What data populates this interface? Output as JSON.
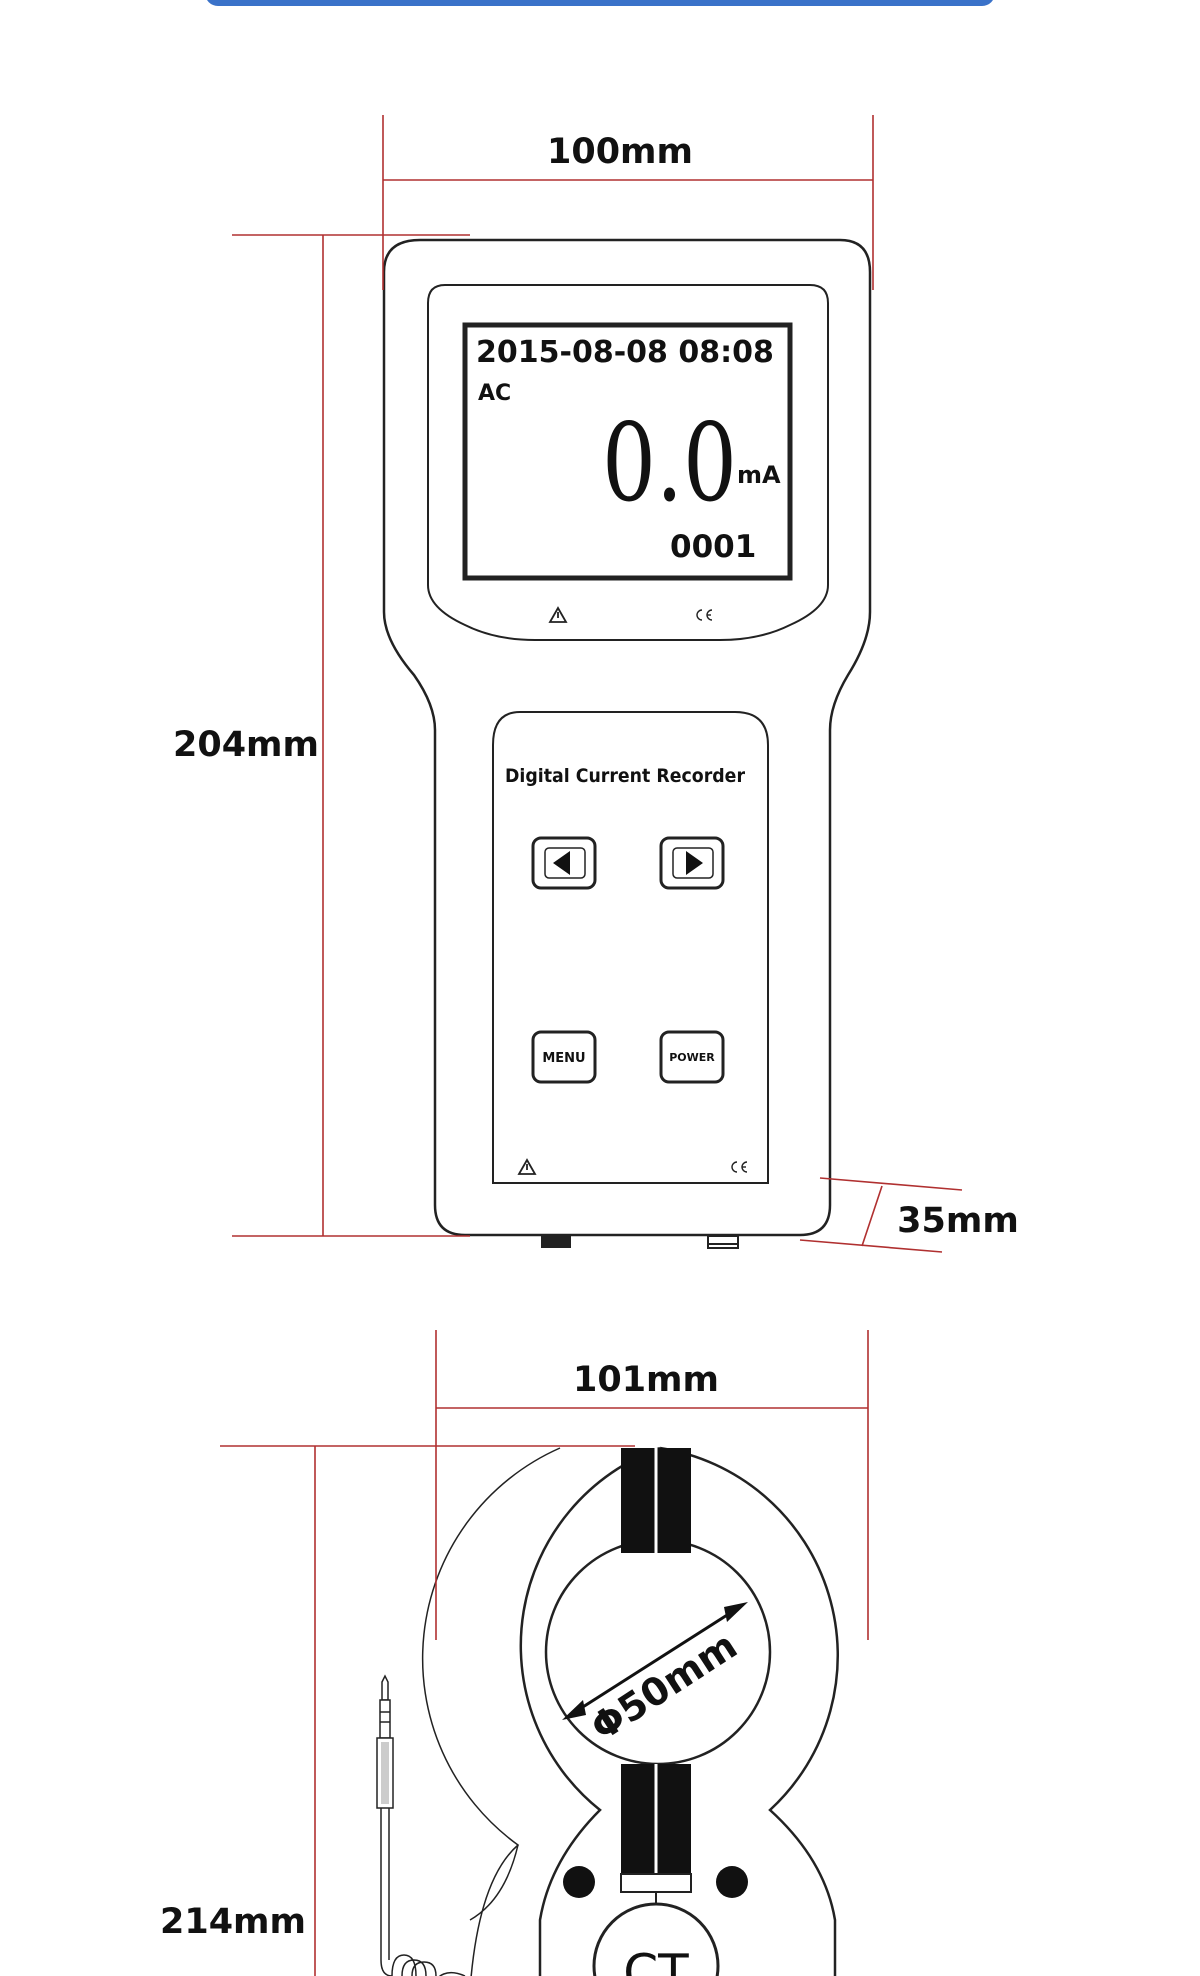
{
  "dimensions": {
    "device_width": "100mm",
    "device_height": "204mm",
    "device_depth": "35mm",
    "clamp_width": "101mm",
    "clamp_height": "214mm",
    "clamp_inner_diameter": "Φ50mm"
  },
  "device": {
    "lcd": {
      "datetime": "2015-08-08 08:08",
      "mode": "AC",
      "reading": "0.0",
      "unit": "mA",
      "record_number": "0001"
    },
    "panel_title": "Digital Current Recorder",
    "buttons": {
      "left_icon": "left-arrow-icon",
      "right_icon": "right-arrow-icon",
      "menu_label": "MENU",
      "power_label": "POWER"
    },
    "marks": [
      "warning-triangle-icon",
      "ce-mark"
    ]
  },
  "clamp": {
    "label": "CT"
  },
  "colors": {
    "dimension_line": "#b03030",
    "top_bar": "#3a72c9",
    "outline": "#222222"
  }
}
